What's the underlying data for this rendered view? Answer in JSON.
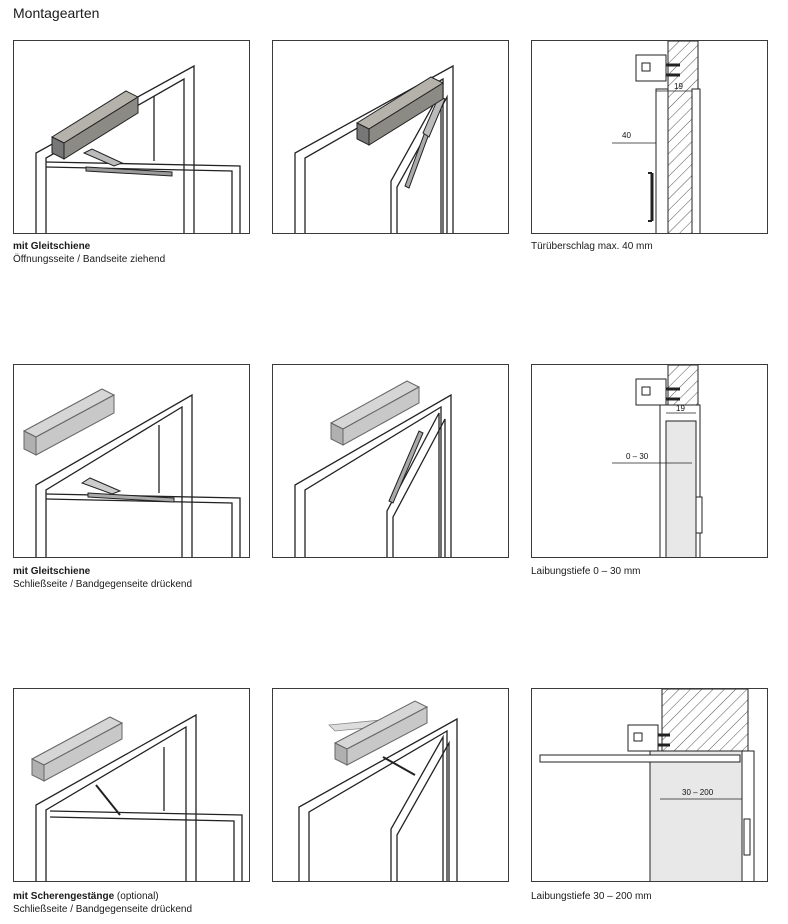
{
  "page": {
    "title": "Montagearten"
  },
  "captions": [
    {
      "bold": "mit Gleitschiene",
      "light": "",
      "line2": "Öffnungsseite / Bandseite ziehend"
    },
    {
      "bold": "",
      "light": "",
      "line2": "",
      "line1": "Türüberschlag max. 40 mm"
    },
    {
      "bold": "mit Gleitschiene",
      "light": "",
      "line2": "Schließseite / Bandgegenseite drückend"
    },
    {
      "line1": "Laibungstiefe 0 – 30 mm"
    },
    {
      "bold": "mit Scherengestänge",
      "light": " (optional)",
      "line2": "Schließseite / Bandgegenseite drückend"
    },
    {
      "line1": "Laibungstiefe 30 – 200 mm"
    }
  ],
  "dimensions": {
    "d1": "19",
    "d2": "40",
    "d3": "19",
    "d4": "0 – 30",
    "d5": "30 – 200"
  },
  "colors": {
    "closer_dark": "#8c8a85",
    "closer_light": "#c8c8c8",
    "wall_hatch": "#555555",
    "door_fill": "#e8e8e8"
  }
}
